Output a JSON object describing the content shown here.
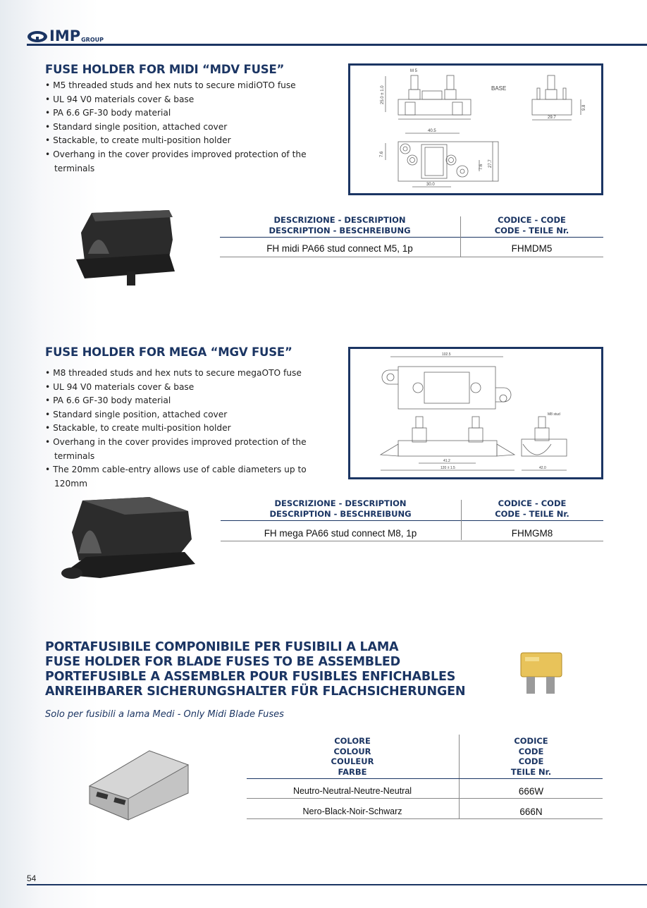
{
  "header": {
    "logo_text": "IMP",
    "logo_sub": "GROUP"
  },
  "midi": {
    "title": "FUSE HOLDER FOR MIDI “MDV FUSE”",
    "bullets": [
      "M5 threaded studs and hex nuts to secure midiOTO fuse",
      "UL 94 V0 materials cover & base",
      "PA 6.6 GF-30 body material",
      "Standard single position, attached cover",
      "Stackable, to create multi-position holder",
      "Overhang in the cover provides improved protection of the terminals"
    ],
    "drawing": {
      "m5": "M 5",
      "height": "25.0 ± 1.0",
      "base": "BASE",
      "w297": "29.7",
      "h98": "9.8",
      "w405": "40.5",
      "h76a": "7.6",
      "h277": "27.7",
      "h76b": "7.6",
      "w300": "30.0"
    },
    "table": {
      "h1a": "DESCRIZIONE - DESCRIPTION",
      "h1b": "DESCRIPTION - BESCHREIBUNG",
      "h2a": "CODICE - CODE",
      "h2b": "CODE - TEILE Nr.",
      "rows": [
        {
          "desc": "FH midi PA66 stud connect M5, 1p",
          "code": "FHMDM5"
        }
      ]
    }
  },
  "mega": {
    "title": "FUSE HOLDER FOR MEGA “MGV FUSE”",
    "bullets": [
      "M8 threaded studs and hex nuts to secure megaOTO fuse",
      "UL 94 V0 materials cover & base",
      "PA 6.6 GF-30 body material",
      "Standard single position, attached cover",
      "Stackable, to create multi-position holder",
      "Overhang in the cover provides improved protection of the terminals",
      "The 20mm cable-entry allows use of cable diameters up to 120mm"
    ],
    "drawing": {
      "w1025": "102.5",
      "w412": "41.2",
      "w120": "120 ± 1.5",
      "w420": "42.0",
      "m8": "M8 stud"
    },
    "table": {
      "h1a": "DESCRIZIONE - DESCRIPTION",
      "h1b": "DESCRIPTION - BESCHREIBUNG",
      "h2a": "CODICE - CODE",
      "h2b": "CODE - TEILE Nr.",
      "rows": [
        {
          "desc": "FH mega PA66 stud connect M8, 1p",
          "code": "FHMGM8"
        }
      ]
    }
  },
  "blade": {
    "titles": [
      "PORTAFUSIBILE COMPONIBILE PER FUSIBILI A LAMA",
      "FUSE HOLDER FOR BLADE FUSES TO BE ASSEMBLED",
      "PORTEFUSIBLE A ASSEMBLER POUR FUSIBLES ENFICHABLES",
      "ANREIHBARER SICHERUNGSHALTER FÜR FLACHSICHERUNGEN"
    ],
    "subtitle": "Solo per fusibili a lama Medi - Only Midi Blade Fuses",
    "table": {
      "h1": [
        "COLORE",
        "COLOUR",
        "COULEUR",
        "FARBE"
      ],
      "h2": [
        "CODICE",
        "CODE",
        "CODE",
        "TEILE Nr."
      ],
      "rows": [
        {
          "desc": "Neutro-Neutral-Neutre-Neutral",
          "code": "666W"
        },
        {
          "desc": "Nero-Black-Noir-Schwarz",
          "code": "666N"
        }
      ]
    }
  },
  "footer": {
    "page": "54"
  },
  "colors": {
    "navy": "#1b3563"
  }
}
